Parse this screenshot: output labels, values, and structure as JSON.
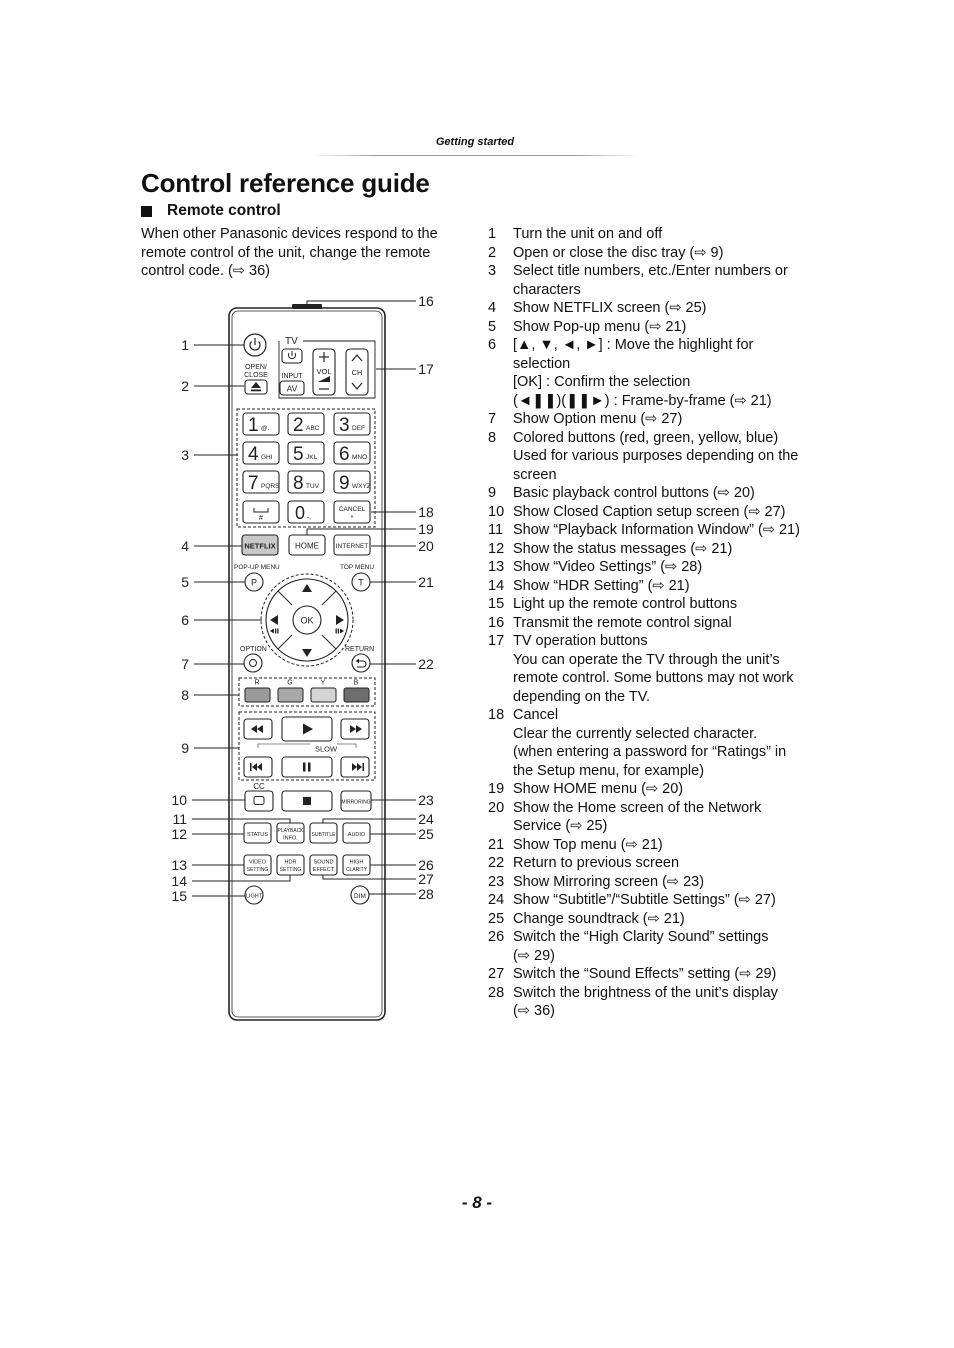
{
  "header": {
    "section": "Getting started"
  },
  "title": "Control reference guide",
  "section": {
    "bullet_icon": "black-square-icon",
    "title": "Remote control"
  },
  "intro": {
    "lines": [
      "When other Panasonic devices respond to the",
      "remote control of the unit, change the remote",
      "control code. (⇨ 36)"
    ]
  },
  "remote": {
    "tv_label": "TV",
    "open_close": [
      "OPEN/",
      "CLOSE"
    ],
    "input": "INPUT",
    "av": "AV",
    "vol": "VOL",
    "ch": "CH",
    "digits": [
      {
        "d": "1",
        "s": "@."
      },
      {
        "d": "2",
        "s": "ABC"
      },
      {
        "d": "3",
        "s": "DEF"
      },
      {
        "d": "4",
        "s": "GHI"
      },
      {
        "d": "5",
        "s": "JKL"
      },
      {
        "d": "6",
        "s": "MNO"
      },
      {
        "d": "7",
        "s": "PQRS"
      },
      {
        "d": "8",
        "s": "TUV"
      },
      {
        "d": "9",
        "s": "WXYZ"
      },
      {
        "d": "0",
        "s": "-,"
      }
    ],
    "space_hash": "#",
    "cancel": "CANCEL",
    "cancel_sub": "*",
    "netflix": "NETFLIX",
    "home": "HOME",
    "internet": "INTERNET",
    "popup_menu": "POP-UP MENU",
    "top_menu": "TOP MENU",
    "p": "P",
    "t": "T",
    "ok": "OK",
    "option": "OPTION",
    "return": "RETURN",
    "colors": [
      {
        "label": "R",
        "color": "#9a9a9a"
      },
      {
        "label": "G",
        "color": "#a8a8a8"
      },
      {
        "label": "Y",
        "color": "#d4d4d4"
      },
      {
        "label": "B",
        "color": "#6e6e6e"
      }
    ],
    "slow": "SLOW",
    "cc": "CC",
    "mirroring": "MIRRORING",
    "status": "STATUS",
    "playback_info": [
      "PLAYBACK",
      "INFO."
    ],
    "subtitle": "SUBTITLE",
    "audio": "AUDIO",
    "video_setting": [
      "VIDEO",
      "SETTING"
    ],
    "hdr_setting": [
      "HDR",
      "SETTING"
    ],
    "sound_effect": [
      "SOUND",
      "EFFECT"
    ],
    "high_clarity": [
      "HIGH",
      "CLARITY"
    ],
    "light": "LIGHT",
    "dim": "DIM",
    "callouts": [
      "1",
      "2",
      "3",
      "4",
      "5",
      "6",
      "7",
      "8",
      "9",
      "10",
      "11",
      "12",
      "13",
      "14",
      "15",
      "16",
      "17",
      "18",
      "19",
      "20",
      "21",
      "22",
      "23",
      "24",
      "25",
      "26",
      "27",
      "28"
    ]
  },
  "items": [
    {
      "num": "1",
      "lines": [
        "Turn the unit on and off"
      ]
    },
    {
      "num": "2",
      "lines": [
        "Open or close the disc tray (⇨ 9)"
      ]
    },
    {
      "num": "3",
      "lines": [
        "Select title numbers, etc./Enter numbers or",
        "characters"
      ]
    },
    {
      "num": "4",
      "lines": [
        "Show NETFLIX screen (⇨ 25)"
      ]
    },
    {
      "num": "5",
      "lines": [
        "Show Pop-up menu (⇨ 21)"
      ]
    },
    {
      "num": "6",
      "lines": [
        "[▲, ▼, ◄, ►] : Move the highlight for",
        "selection",
        "[OK] : Confirm the selection",
        "(◄❚❚)(❚❚►) : Frame-by-frame (⇨ 21)"
      ]
    },
    {
      "num": "7",
      "lines": [
        "Show Option menu (⇨ 27)"
      ]
    },
    {
      "num": "8",
      "lines": [
        "Colored buttons (red, green, yellow, blue)",
        "Used for various purposes depending on the",
        "screen"
      ]
    },
    {
      "num": "9",
      "lines": [
        "Basic playback control buttons (⇨ 20)"
      ]
    },
    {
      "num": "10",
      "lines": [
        "Show Closed Caption setup screen (⇨ 27)"
      ]
    },
    {
      "num": "11",
      "lines": [
        "Show “Playback Information Window” (⇨ 21)"
      ]
    },
    {
      "num": "12",
      "lines": [
        "Show the status messages (⇨ 21)"
      ]
    },
    {
      "num": "13",
      "lines": [
        "Show “Video Settings” (⇨ 28)"
      ]
    },
    {
      "num": "14",
      "lines": [
        "Show “HDR Setting” (⇨ 21)"
      ]
    },
    {
      "num": "15",
      "lines": [
        "Light up the remote control buttons"
      ]
    },
    {
      "num": "16",
      "lines": [
        "Transmit the remote control signal"
      ]
    },
    {
      "num": "17",
      "lines": [
        "TV operation buttons",
        "You can operate the TV through the unit’s",
        "remote control. Some buttons may not work",
        "depending on the TV."
      ]
    },
    {
      "num": "18",
      "lines": [
        "Cancel",
        "Clear the currently selected character.",
        "(when entering a password for “Ratings” in",
        "the Setup menu, for example)"
      ]
    },
    {
      "num": "19",
      "lines": [
        "Show HOME menu (⇨ 20)"
      ]
    },
    {
      "num": "20",
      "lines": [
        "Show the Home screen of the Network",
        "Service (⇨ 25)"
      ]
    },
    {
      "num": "21",
      "lines": [
        "Show Top menu (⇨ 21)"
      ]
    },
    {
      "num": "22",
      "lines": [
        "Return to previous screen"
      ]
    },
    {
      "num": "23",
      "lines": [
        "Show Mirroring screen (⇨ 23)"
      ]
    },
    {
      "num": "24",
      "lines": [
        "Show “Subtitle”/“Subtitle Settings” (⇨ 27)"
      ]
    },
    {
      "num": "25",
      "lines": [
        "Change soundtrack (⇨ 21)"
      ]
    },
    {
      "num": "26",
      "lines": [
        "Switch the “High Clarity Sound” settings",
        "(⇨ 29)"
      ]
    },
    {
      "num": "27",
      "lines": [
        "Switch the “Sound Effects” setting (⇨ 29)"
      ]
    },
    {
      "num": "28",
      "lines": [
        "Switch the brightness of the unit’s display",
        "(⇨ 36)"
      ]
    }
  ],
  "page_number": "- 8 -"
}
